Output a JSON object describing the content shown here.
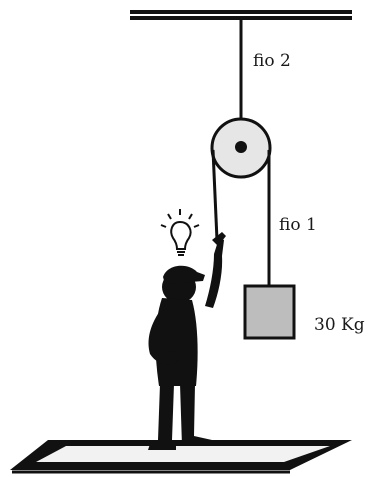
{
  "labels": {
    "rope_upper": "fio 2",
    "rope_lower": "fio 1",
    "mass": "30 Kg"
  },
  "colors": {
    "ink": "#111111",
    "block_fill": "#bdbdbd",
    "pulley_fill": "#e6e6e6",
    "platform_inner": "#f2f2f2"
  },
  "icons": [
    "ceiling-beam",
    "pulley-wheel",
    "hanging-block",
    "person-silhouette",
    "lightbulb-icon",
    "floor-platform"
  ]
}
